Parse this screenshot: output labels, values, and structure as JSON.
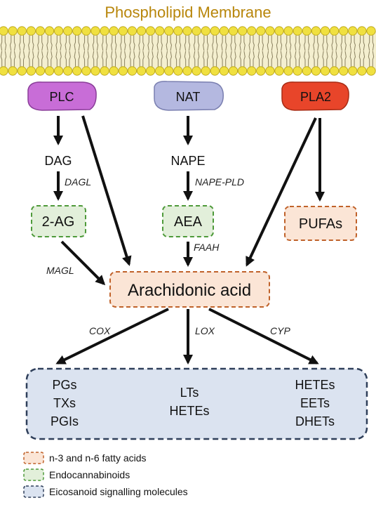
{
  "title": "Phospholipid Membrane",
  "enzymes": {
    "plc": "PLC",
    "nat": "NAT",
    "pla2": "PLA2"
  },
  "intermediates": {
    "dag": "DAG",
    "nape": "NAPE"
  },
  "catalysts": {
    "dagl": "DAGL",
    "nape_pld": "NAPE-PLD",
    "faah": "FAAH",
    "magl": "MAGL",
    "cox": "COX",
    "lox": "LOX",
    "cyp": "CYP"
  },
  "boxes": {
    "two_ag": "2-AG",
    "aea": "AEA",
    "pufas": "PUFAs",
    "arachidonic_acid": "Arachidonic acid"
  },
  "products": {
    "cox": [
      "PGs",
      "TXs",
      "PGIs"
    ],
    "lox": [
      "LTs",
      "HETEs"
    ],
    "cyp": [
      "HETEs",
      "EETs",
      "DHETs"
    ]
  },
  "legend": [
    {
      "label": "n-3 and n-6 fatty acids",
      "border": "#c0622a",
      "fill": "#fbe5d6"
    },
    {
      "label": "Endocannabinoids",
      "border": "#4e9a3a",
      "fill": "#e2efda"
    },
    {
      "label": "Eicosanoid signalling molecules",
      "border": "#2f3f5a",
      "fill": "#dbe3f0"
    }
  ],
  "colors": {
    "membrane_head": "#f0e040",
    "plc": "#c86dd7",
    "nat": "#b4b8e0",
    "pla2": "#e8452a"
  }
}
